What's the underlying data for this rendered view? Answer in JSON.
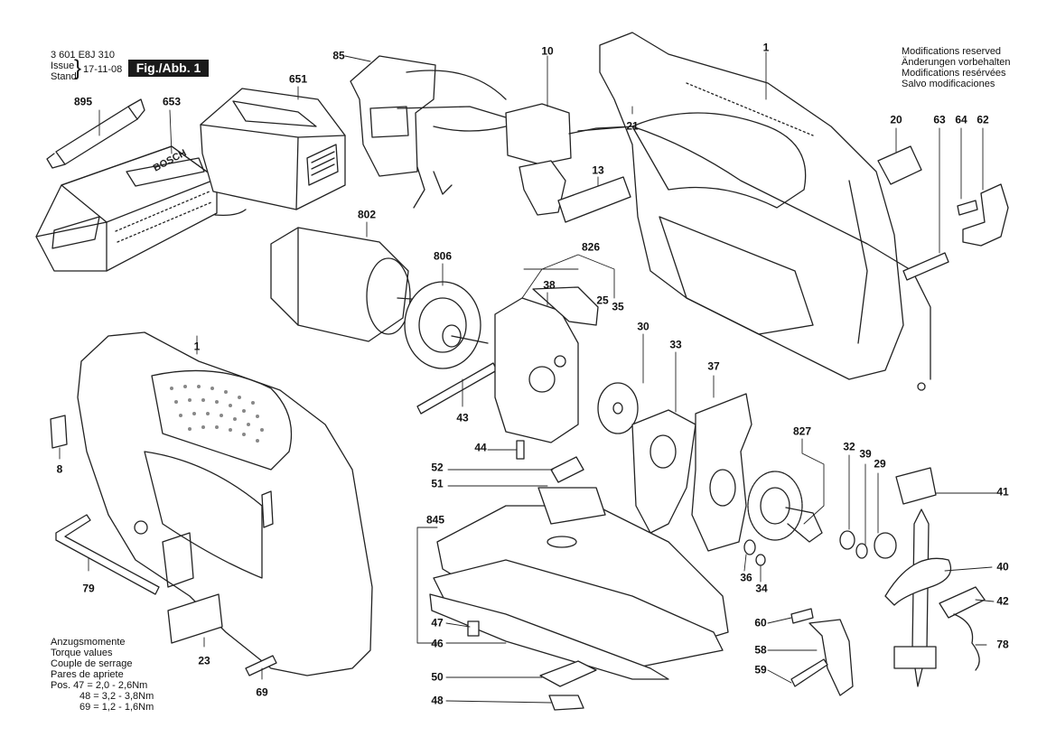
{
  "header": {
    "doc_number": "3 601 E8J 310",
    "issue_label": "Issue",
    "stand_label": "Stand",
    "date": "17-11-08",
    "fig_label": "Fig./Abb. 1"
  },
  "notice": [
    "Modifications reserved",
    "Änderungen vorbehalten",
    "Modifications resérvées",
    "Salvo modificaciones"
  ],
  "torque": {
    "lines": [
      "Anzugsmomente",
      "Torque values",
      "Couple de serrage",
      "Pares de apriete"
    ],
    "rows": [
      "Pos. 47  =  2,0  -  2,6Nm",
      "48  =  3,2  -  3,8Nm",
      "69  =  1,2  -  1,6Nm"
    ]
  },
  "parts": [
    "85",
    "10",
    "1",
    "651",
    "895",
    "653",
    "21",
    "13",
    "20",
    "63",
    "64",
    "62",
    "802",
    "826",
    "38",
    "25",
    "35",
    "806",
    "30",
    "33",
    "37",
    "1",
    "43",
    "8",
    "44",
    "52",
    "51",
    "827",
    "32",
    "39",
    "29",
    "41",
    "845",
    "36",
    "34",
    "40",
    "42",
    "60",
    "47",
    "46",
    "58",
    "78",
    "59",
    "79",
    "23",
    "50",
    "48",
    "69"
  ],
  "brand_text": "BOSCH"
}
